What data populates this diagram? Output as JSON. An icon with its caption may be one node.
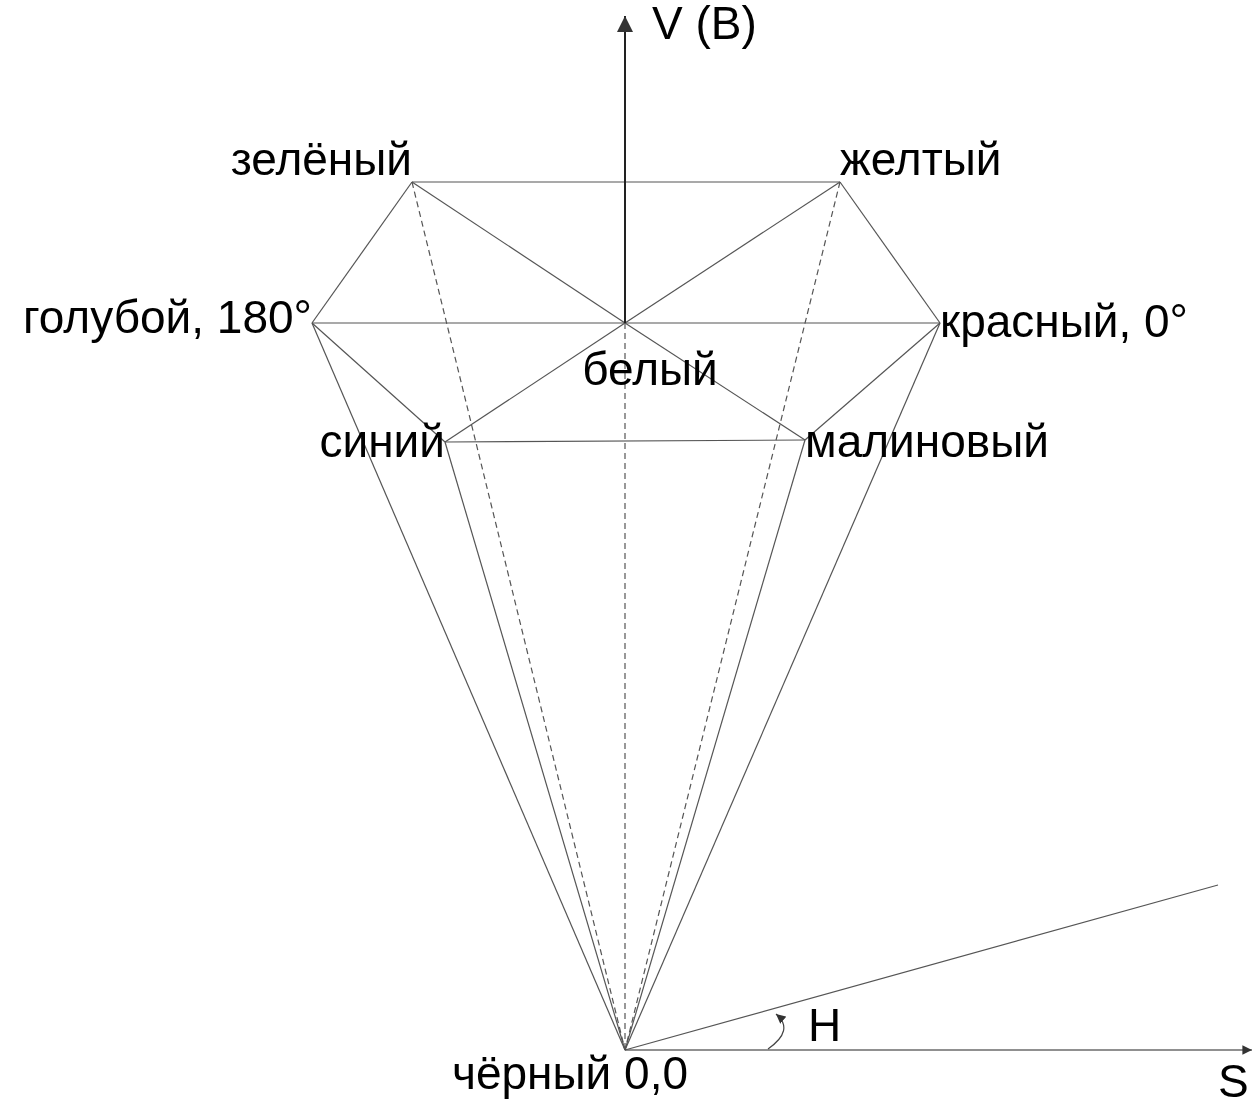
{
  "diagram": {
    "nodes": [
      {
        "text": [
          "зелёный"
        ]
      },
      {
        "text": [
          "желтый"
        ]
      },
      {
        "text": [
          "голубой, 180°"
        ]
      },
      {
        "text": [
          "белый"
        ]
      },
      {
        "text": [
          "красный, 0°"
        ]
      },
      {
        "text": [
          "синий"
        ]
      },
      {
        "text": [
          "малиновый"
        ]
      },
      {
        "text": [
          "чёрный 0,0"
        ]
      }
    ],
    "edges": [
      {
        "from": 0,
        "to": 1,
        "arrow": "none"
      },
      {
        "from": 0,
        "to": 2,
        "arrow": "none"
      },
      {
        "from": 1,
        "to": 4,
        "arrow": "none"
      },
      {
        "from": 2,
        "to": 3,
        "arrow": "none"
      },
      {
        "from": 3,
        "to": 4,
        "arrow": "none"
      },
      {
        "from": 2,
        "to": 5,
        "arrow": "none"
      },
      {
        "from": 4,
        "to": 6,
        "arrow": "none"
      },
      {
        "from": 5,
        "to": 6,
        "arrow": "none"
      },
      {
        "from": 0,
        "to": 3,
        "arrow": "none"
      },
      {
        "from": 1,
        "to": 3,
        "arrow": "none"
      },
      {
        "from": 5,
        "to": 3,
        "arrow": "none"
      },
      {
        "from": 6,
        "to": 3,
        "arrow": "none"
      },
      {
        "from": 2,
        "to": 7,
        "arrow": "none"
      },
      {
        "from": 5,
        "to": 7,
        "arrow": "none"
      },
      {
        "from": 6,
        "to": 7,
        "arrow": "none"
      },
      {
        "from": 4,
        "to": 7,
        "arrow": "none"
      },
      {
        "from": 0,
        "to": 7,
        "arrow": "none",
        "style": "dashed"
      },
      {
        "from": 1,
        "to": 7,
        "arrow": "none",
        "style": "dashed"
      },
      {
        "from": 3,
        "to": 7,
        "arrow": "none",
        "style": "dashed"
      }
    ],
    "labels": [
      "V (B)",
      "H",
      "S"
    ]
  }
}
